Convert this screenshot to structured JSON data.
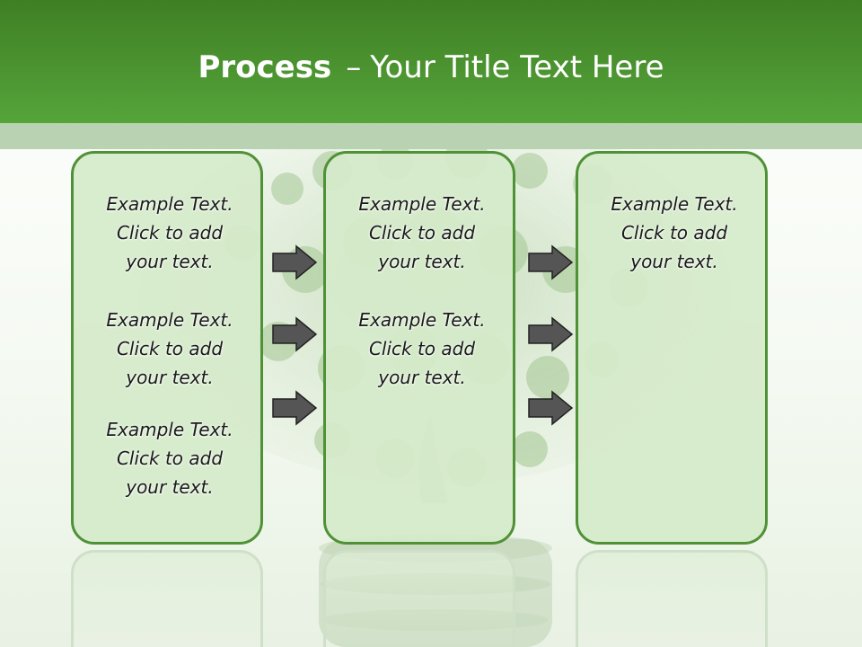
{
  "header": {
    "title_main": "Process",
    "title_sep": "–",
    "title_rest": "Your Title Text Here"
  },
  "columns": [
    {
      "items": [
        {
          "line1": "Example Text.",
          "line2": "Click  to add",
          "line3": "your text."
        },
        {
          "line1": "Example Text.",
          "line2": "Click  to add",
          "line3": "your text."
        },
        {
          "line1": "Example Text.",
          "line2": "Click  to add",
          "line3": "your text."
        }
      ]
    },
    {
      "items": [
        {
          "line1": "Example Text.",
          "line2": "Click  to add",
          "line3": "your text."
        },
        {
          "line1": "Example Text.",
          "line2": "Click  to add",
          "line3": "your text."
        }
      ]
    },
    {
      "items": [
        {
          "line1": "Example Text.",
          "line2": "Click  to add",
          "line3": "your text."
        }
      ]
    }
  ],
  "colors": {
    "header_dark": "#3f7f24",
    "header_light": "#55a43a",
    "box_border": "#4f9136",
    "box_fill": "#d5eaca",
    "arrow_fill": "#555555"
  },
  "icons": [
    "right-arrow-icon"
  ]
}
